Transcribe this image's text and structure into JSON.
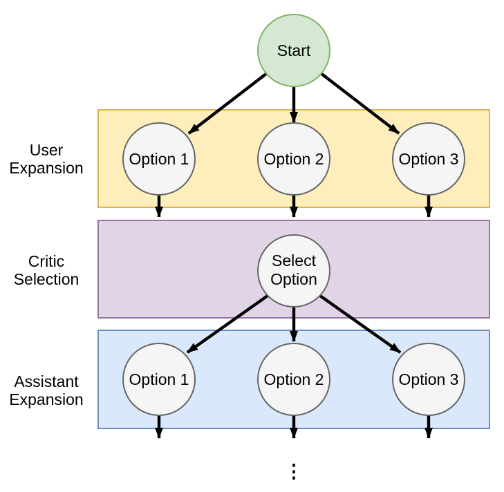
{
  "colors": {
    "background": "#ffffff",
    "text": "#000000",
    "arrow": "#000000",
    "start_fill": "#d5e8d4",
    "start_stroke": "#82b366",
    "user_band_fill": "#fdeebc",
    "user_band_stroke": "#d6b656",
    "critic_band_fill": "#e0d4e6",
    "critic_band_stroke": "#9673a6",
    "assistant_band_fill": "#dae8fc",
    "assistant_band_stroke": "#6c8ebf",
    "option_fill": "#f5f5f5",
    "option_stroke": "#666666"
  },
  "start_node": {
    "label": "Start"
  },
  "user_band": {
    "label_line1": "User",
    "label_line2": "Expansion",
    "options": [
      "Option 1",
      "Option 2",
      "Option 3"
    ]
  },
  "critic_band": {
    "label_line1": "Critic",
    "label_line2": "Selection",
    "select_node_line1": "Select",
    "select_node_line2": "Option"
  },
  "assistant_band": {
    "label_line1": "Assistant",
    "label_line2": "Expansion",
    "options": [
      "Option 1",
      "Option 2",
      "Option 3"
    ]
  },
  "continuation_ellipsis": "⋮"
}
